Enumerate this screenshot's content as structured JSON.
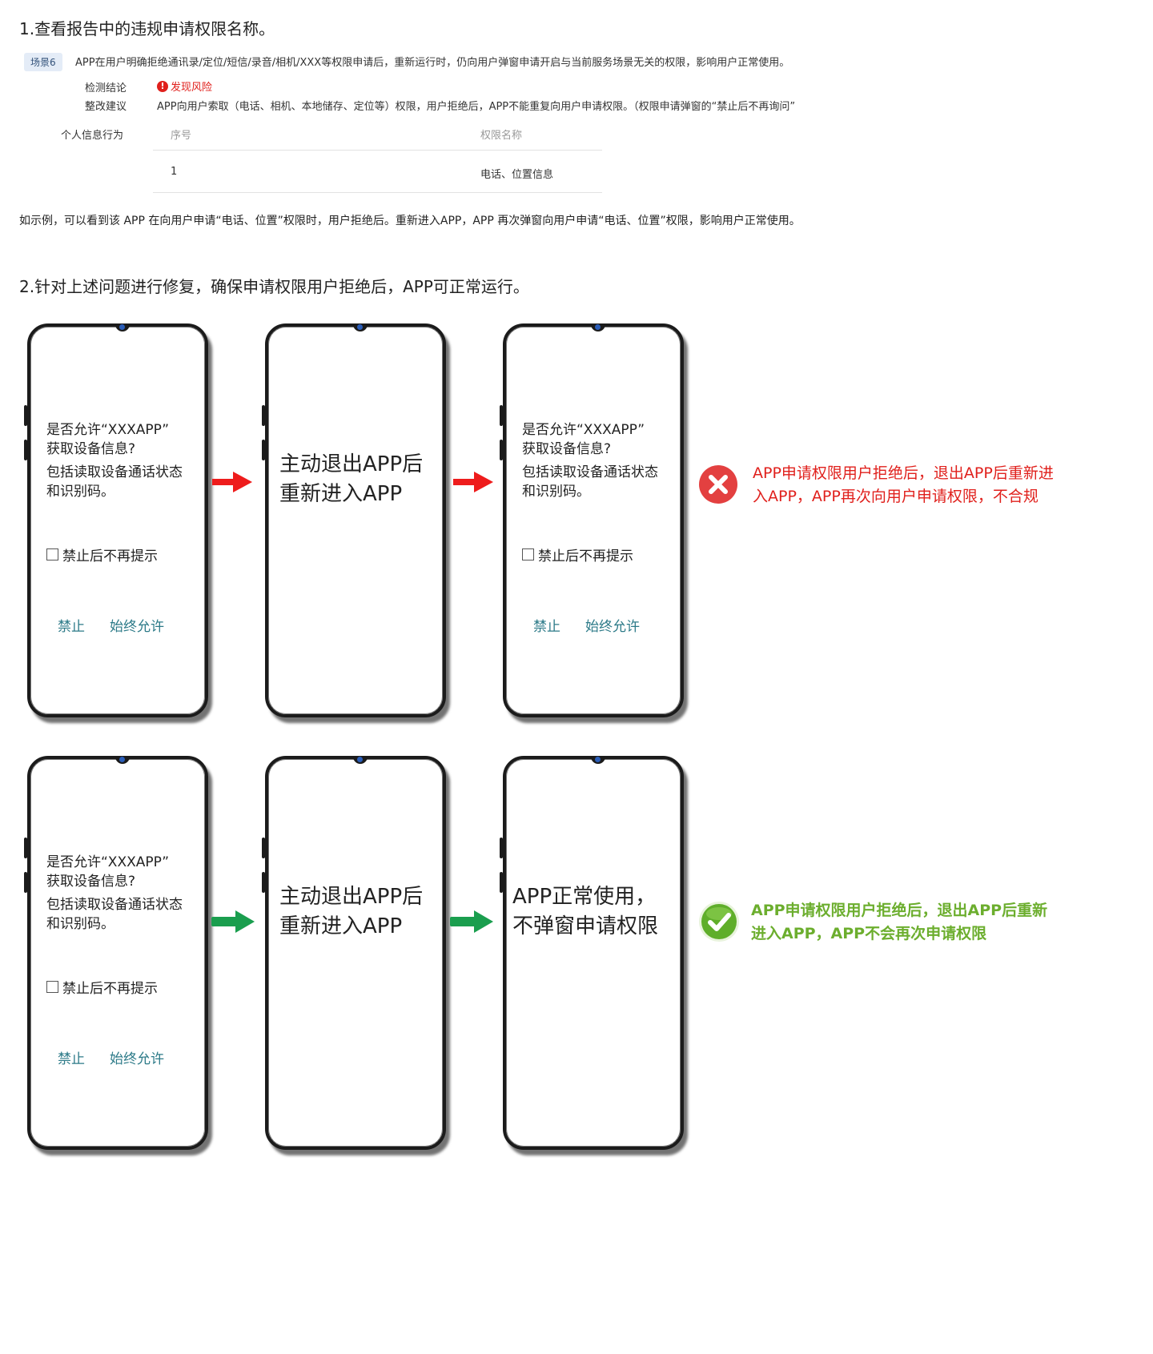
{
  "section1": {
    "heading": "1.查看报告中的违规申请权限名称。",
    "scene_tag": "场景6",
    "scene_desc": "APP在用户明确拒绝通讯录/定位/短信/录音/相机/XXX等权限申请后，重新运行时，仍向用户弹窗申请开启与当前服务场景无关的权限，影响用户正常使用。",
    "result_label": "检测结论",
    "result_value": "发现风险",
    "suggest_label": "整改建议",
    "suggest_value": "APP向用户索取（电话、相机、本地储存、定位等）权限，用户拒绝后，APP不能重复向用户申请权限。（权限申请弹窗的“禁止后不再询问”",
    "behavior_label": "个人信息行为",
    "table": {
      "headers": [
        "序号",
        "权限名称"
      ],
      "rows": [
        [
          "1",
          "电话、位置信息"
        ]
      ]
    },
    "example": "如示例，可以看到该 APP 在向用户申请“电话、位置”权限时，用户拒绝后。重新进入APP，APP 再次弹窗向用户申请“电话、位置”权限，影响用户正常使用。"
  },
  "section2": {
    "heading": "2.针对上述问题进行修复，确保申请权限用户拒绝后，APP可正常运行。"
  },
  "dialog": {
    "line1": "是否允许“XXXAPP”",
    "line2": "获取设备信息?",
    "line3": "包括读取设备通话状态",
    "line4": "和识别码。",
    "checkbox": "禁止后不再提示",
    "deny": "禁止",
    "allow": "始终允许"
  },
  "reenter": {
    "line1": "主动退出APP后",
    "line2": "重新进入APP"
  },
  "normal": {
    "line1": "APP正常使用，",
    "line2": "不弹窗申请权限"
  },
  "bad_note": {
    "line1": "APP申请权限用户拒绝后，退出APP后重新进",
    "line2": "入APP，APP再次向用户申请权限，不合规"
  },
  "good_note": {
    "line1": "APP申请权限用户拒绝后，退出APP后重新",
    "line2": "进入APP，APP不会再次申请权限"
  },
  "colors": {
    "bad": "#e0201c",
    "good": "#1a9e4e",
    "good_text": "#6cae2e",
    "link": "#2c7a88"
  },
  "icons": {
    "risk": "exclamation-circle-icon",
    "bad_arrow": "red-arrow-icon",
    "good_arrow": "green-arrow-icon",
    "bad_mark": "red-x-icon",
    "good_mark": "green-check-icon"
  }
}
